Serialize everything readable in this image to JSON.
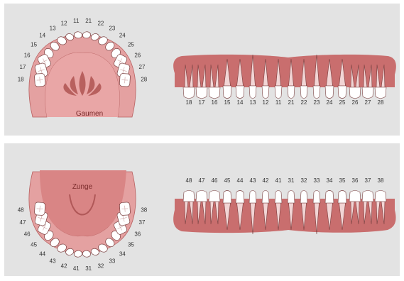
{
  "colors": {
    "panel": "#e3e3e3",
    "gum": "#c96e6e",
    "gum_light": "#e4a1a1",
    "palate": "#e9a6a6",
    "tooth": "#ffffff",
    "tooth_outline": "#7a4040",
    "root": "#f2d5d5",
    "label": "#333333"
  },
  "upper": {
    "arch_label": "Gaumen",
    "arch_right_numbers": [
      "11",
      "12",
      "13",
      "14",
      "15",
      "16",
      "17",
      "18"
    ],
    "arch_left_numbers": [
      "21",
      "22",
      "23",
      "24",
      "25",
      "26",
      "27",
      "28"
    ],
    "row_numbers": [
      "18",
      "17",
      "16",
      "15",
      "14",
      "13",
      "12",
      "11",
      "21",
      "22",
      "23",
      "24",
      "25",
      "26",
      "27",
      "28"
    ]
  },
  "lower": {
    "arch_label": "Zunge",
    "arch_right_numbers": [
      "41",
      "42",
      "43",
      "44",
      "45",
      "46",
      "47",
      "48"
    ],
    "arch_left_numbers": [
      "31",
      "32",
      "33",
      "34",
      "35",
      "36",
      "37",
      "38"
    ],
    "row_numbers": [
      "48",
      "47",
      "46",
      "45",
      "44",
      "43",
      "42",
      "41",
      "31",
      "32",
      "33",
      "34",
      "35",
      "36",
      "37",
      "38"
    ]
  }
}
